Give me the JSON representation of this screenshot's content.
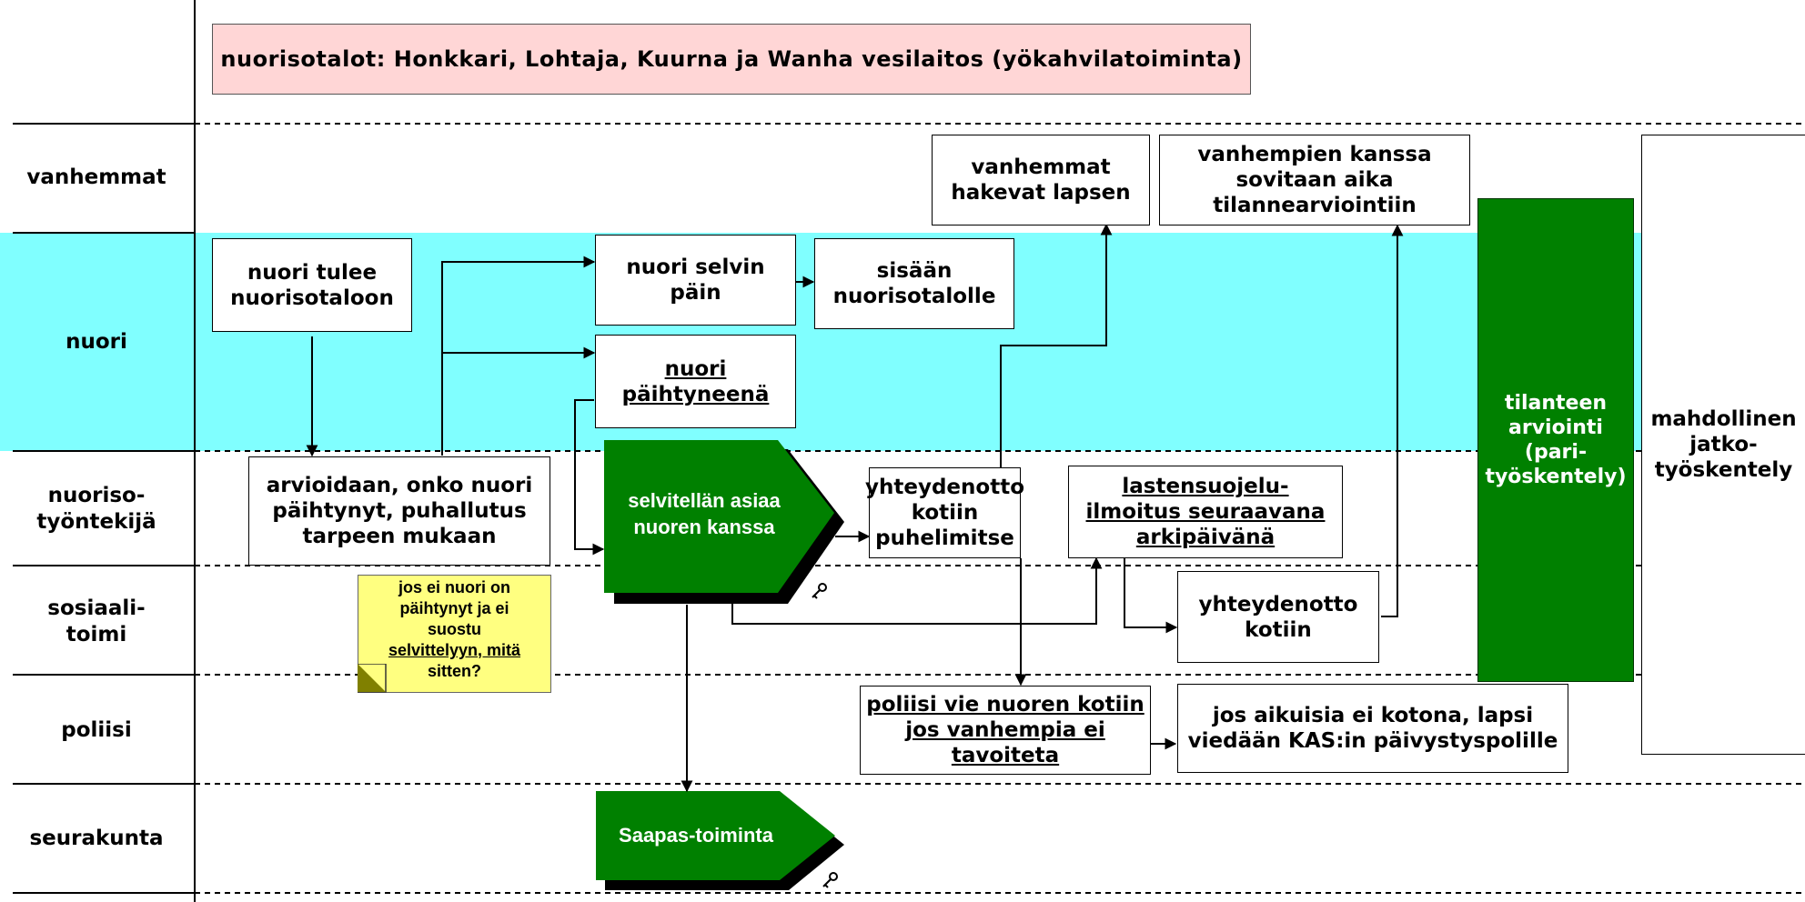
{
  "header": {
    "text": "nuorisotalot: Honkkari, Lohtaja, Kuurna ja Wanha vesilaitos (yökahvilatoiminta)"
  },
  "lanes": [
    {
      "id": "vanhemmat",
      "label": "vanhemmat"
    },
    {
      "id": "nuori",
      "label": "nuori"
    },
    {
      "id": "nuorisotyontekija",
      "label": "nuoriso-\ntyöntekijä"
    },
    {
      "id": "sosiaalitoimi",
      "label": "sosiaali-\ntoimi"
    },
    {
      "id": "poliisi",
      "label": "poliisi"
    },
    {
      "id": "seurakunta",
      "label": "seurakunta"
    }
  ],
  "boxes": {
    "nuori_tulee": "nuori tulee\nnuorisotaloon",
    "nuori_selvin": "nuori selvin\npäin",
    "sisaan": "sisään\nnuorisotalolle",
    "nuori_paihtyneena": "nuori\npäihtyneenä",
    "arvioidaan": "arvioidaan, onko  nuori\npäihtynyt,  puhallutus\ntarpeen mukaan",
    "vanhemmat_hakevat": "vanhemmat\nhakevat lapsen",
    "vanhempien_kanssa": "vanhempien kanssa\nsovitaan aika\ntilannearviointiin",
    "yhteydenotto_puhelin": "yhteydenotto\nkotiin\npuhelimitse",
    "lastensuojelu": "lastensuojelu-\nilmoitus seuraavana\narkipäivänä",
    "yhteydenotto_kotiin": "yhteydenotto\nkotiin",
    "poliisi_vie": "poliisi vie nuoren kotiin\njos  vanhempia ei\ntavoiteta",
    "jos_aikuisia": "jos aikuisia ei kotona, lapsi\nviedään KAS:in päivystyspolille",
    "selvitellaan": "selvitellän asiaa\nnuoren kanssa",
    "saapas": "Saapas-toiminta",
    "tilanteen": "tilanteen\narviointi\n(pari-\ntyöskentely)",
    "mahdollinen": "mahdollinen\njatko-\ntyöskentely"
  },
  "note": {
    "line1": "jos ei nuori on",
    "line2": "päihtynyt ja  ei",
    "line3": "suostu",
    "line4": "selvittelyyn, mitä",
    "line5": "sitten?"
  },
  "colors": {
    "lane_nuori": "#80ffff",
    "header_bg": "#ffd6d6",
    "green": "#008000",
    "note_bg": "#ffff80"
  }
}
